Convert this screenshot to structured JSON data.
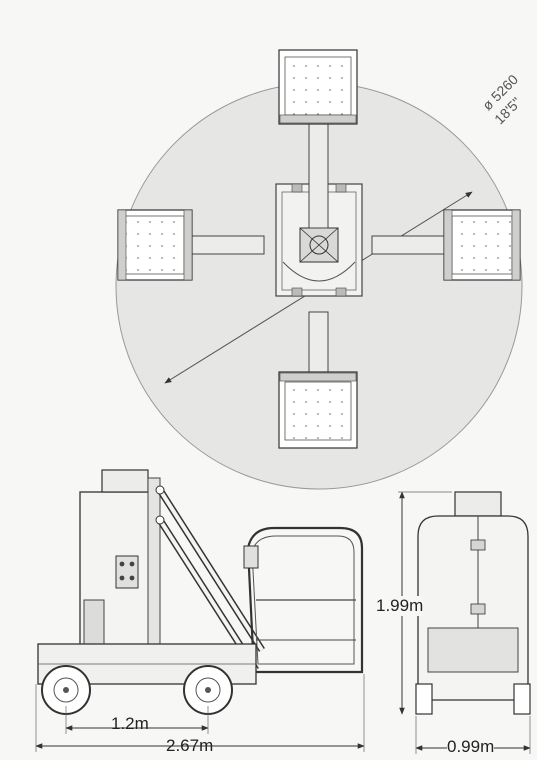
{
  "top_view": {
    "diameter_metric": "ø 5260",
    "diameter_imperial": "18'5\""
  },
  "side_view": {
    "wheelbase": "1.2m",
    "overall_length": "2.67m"
  },
  "rear_view": {
    "height": "1.99m",
    "width": "0.99m"
  }
}
